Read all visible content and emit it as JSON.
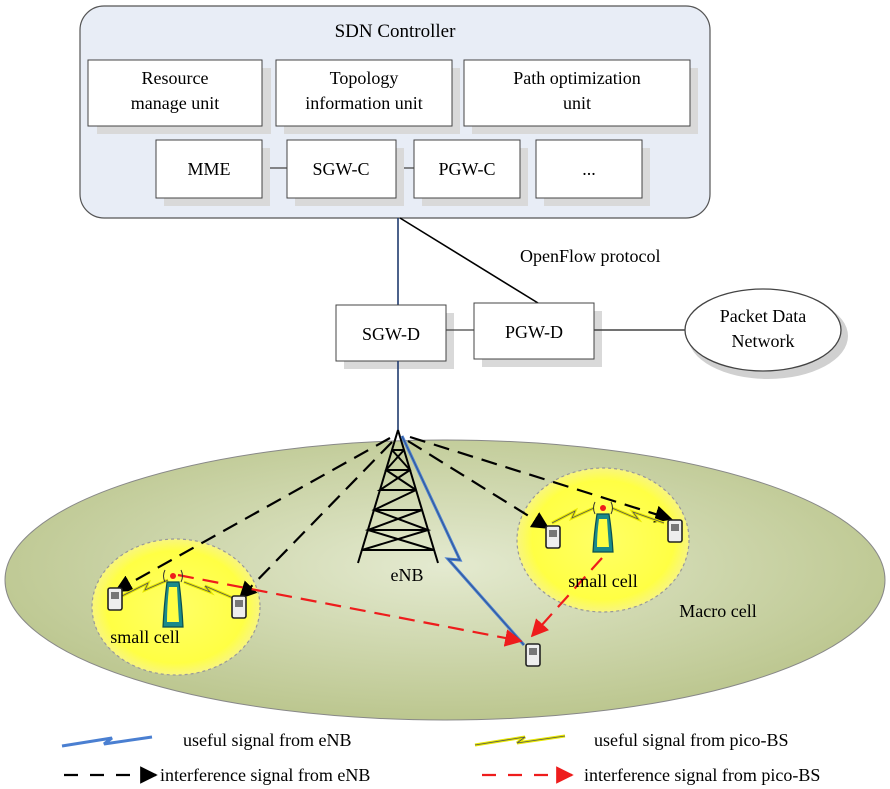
{
  "controller": {
    "title": "SDN Controller",
    "units": [
      {
        "line1": "Resource",
        "line2": "manage unit"
      },
      {
        "line1": "Topology",
        "line2": "information unit"
      },
      {
        "line1": "Path optimization",
        "line2": "unit"
      }
    ],
    "functions": [
      "MME",
      "SGW-C",
      "PGW-C",
      "..."
    ]
  },
  "protocol_label": "OpenFlow protocol",
  "gateways": {
    "sgw_d": "SGW-D",
    "pgw_d": "PGW-D"
  },
  "pdn": {
    "line1": "Packet Data",
    "line2": "Network"
  },
  "network": {
    "enb_label": "eNB",
    "macro_label": "Macro cell",
    "small_cell_left": "small cell",
    "small_cell_right": "small cell"
  },
  "legend": {
    "useful_enb": "useful signal from eNB",
    "useful_pico": "useful signal from pico-BS",
    "interf_enb": "interference signal from eNB",
    "interf_pico": "interference signal from pico-BS"
  },
  "colors": {
    "controller_fill": "#e8edf6",
    "macro_fill": "#c6cf9b",
    "small_cell_fill": "#ffff44",
    "useful_enb": "#4a7fd1",
    "useful_pico": "#e8e800",
    "interference_enb": "#000000",
    "interference_pico": "#ee1c1c"
  }
}
